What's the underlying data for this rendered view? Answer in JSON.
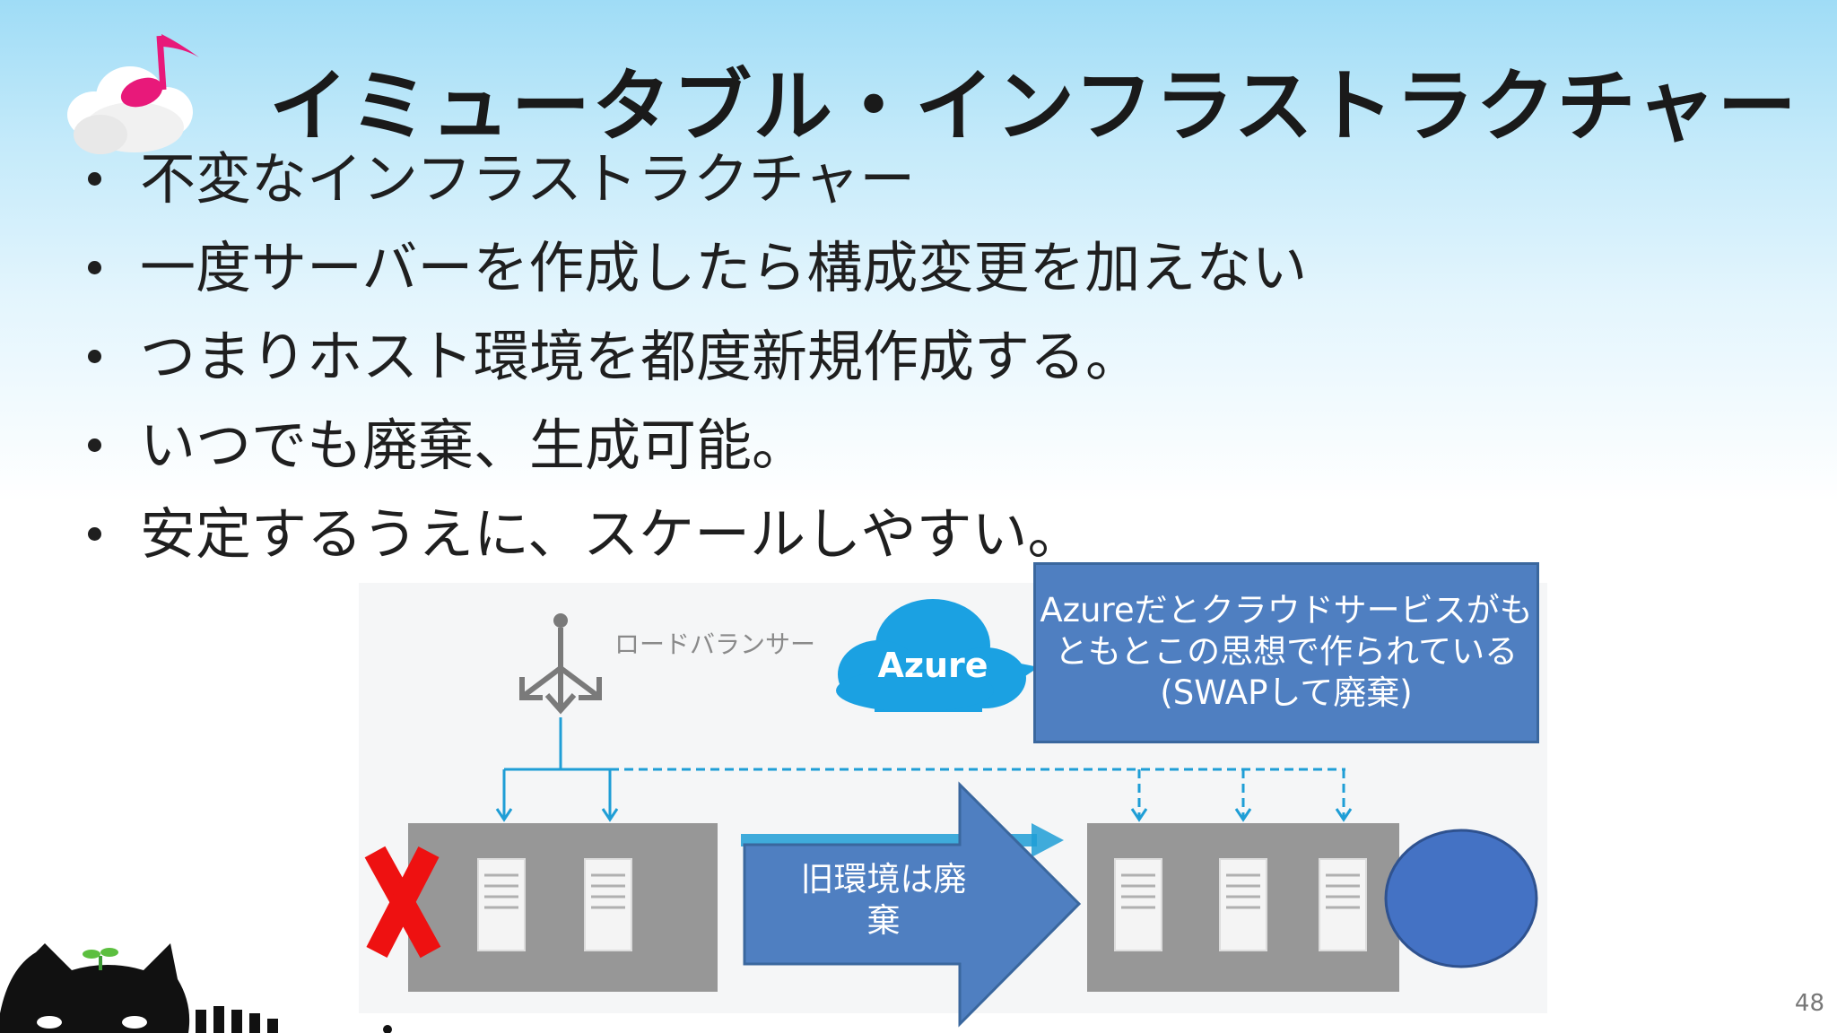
{
  "slide": {
    "title": "イミュータブル・インフラストラクチャー",
    "bullets": [
      "不変なインフラストラクチャー",
      "一度サーバーを作成したら構成変更を加えない",
      "つまりホスト環境を都度新規作成する。",
      "いつでも廃棄、生成可能。",
      "安定するうえに、スケールしやすい。"
    ],
    "page_number": "48"
  },
  "diagram": {
    "load_balancer_label": "ロードバランサー",
    "azure_label": "Azure",
    "callout_text": "Azureだとクラウドサービスがもともとこの思想で作られている(SWAPして廃棄)",
    "arrow_text": "旧環境は廃棄",
    "colors": {
      "callout_fill": "#4f7fc1",
      "azure_cloud": "#1ba1e2",
      "connector": "#1f9ed6",
      "server_block": "#979797",
      "discard_mark": "#ee1111"
    }
  }
}
